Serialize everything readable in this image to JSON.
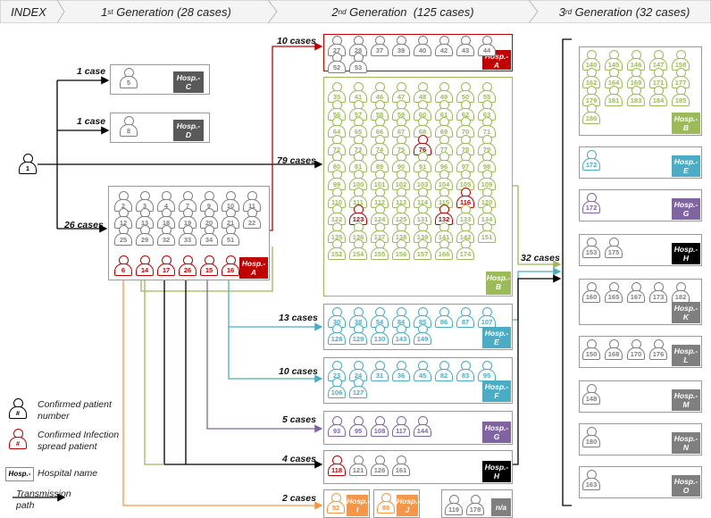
{
  "headers": {
    "index": "INDEX",
    "gen1": {
      "num": "1",
      "sup": "st",
      "text": " Generation (28 cases)"
    },
    "gen2": {
      "num": "2",
      "sup": "nd",
      "text": " Generation  (125 cases)"
    },
    "gen3": {
      "num": "3",
      "sup": "rd",
      "text": " Generation (32 cases)"
    }
  },
  "colors": {
    "gray": "#7f7f7f",
    "red": "#c00000",
    "green": "#9bbb59",
    "blue": "#4bacc6",
    "purple": "#8064a2",
    "orange": "#f79646",
    "black": "#000000",
    "darkgray": "#595959"
  },
  "index_patient": "1",
  "counts": {
    "c": "1 case",
    "d": "1 case",
    "a": "26 cases",
    "a2": "10 cases",
    "b": "79 cases",
    "e": "13 cases",
    "f": "10 cases",
    "g": "5 cases",
    "h": "4 cases",
    "ij": "2 cases",
    "gen3": "32 cases"
  },
  "hospitals": {
    "A": "Hosp.- A",
    "B": "Hosp.- B",
    "C": "Hosp.- C",
    "D": "Hosp.- D",
    "E": "Hosp.- E",
    "F": "Hosp.- F",
    "G": "Hosp.- G",
    "H": "Hosp.- H",
    "I": "Hosp.- I",
    "J": "Hosp.- J",
    "K": "Hosp.- K",
    "L": "Hosp.- L",
    "M": "Hosp.- M",
    "N": "Hosp.- N",
    "O": "Hosp.- O",
    "NA": "n/a"
  },
  "gen1": {
    "hosp_c": [
      "5"
    ],
    "hosp_d": [
      "8"
    ],
    "hosp_a_gray": [
      "2",
      "3",
      "4",
      "7",
      "9",
      "10",
      "11",
      "12",
      "13",
      "18",
      "19",
      "20",
      "21",
      "22",
      "25",
      "29",
      "32",
      "33",
      "34",
      "51"
    ],
    "hosp_a_red": [
      "6",
      "14",
      "17",
      "26",
      "15",
      "16"
    ]
  },
  "gen2": {
    "hosp_a": [
      "27",
      "28",
      "37",
      "39",
      "40",
      "42",
      "43",
      "44",
      "52",
      "53"
    ],
    "hosp_b": [
      "35",
      "41",
      "46",
      "47",
      "48",
      "49",
      "50",
      "55",
      "56",
      "57",
      "58",
      "59",
      "60",
      "61",
      "62",
      "63",
      "64",
      "65",
      "66",
      "67",
      "68",
      "69",
      "70",
      "71",
      "72",
      "73",
      "74",
      "75",
      "76",
      "77",
      "78",
      "79",
      "80",
      "81",
      "89",
      "90",
      "91",
      "96",
      "97",
      "98",
      "99",
      "100",
      "101",
      "102",
      "103",
      "104",
      "105",
      "109",
      "110",
      "111",
      "112",
      "113",
      "114",
      "115",
      "116",
      "120",
      "122",
      "123",
      "124",
      "125",
      "131",
      "132",
      "133",
      "134",
      "135",
      "136",
      "137",
      "138",
      "139",
      "141",
      "142",
      "151",
      "152",
      "154",
      "155",
      "156",
      "157",
      "166",
      "174"
    ],
    "hosp_b_red": [
      "76",
      "116",
      "123",
      "132"
    ],
    "hosp_e": [
      "30",
      "38",
      "54",
      "84",
      "85",
      "86",
      "87",
      "107",
      "128",
      "129",
      "130",
      "143",
      "149"
    ],
    "hosp_f": [
      "23",
      "24",
      "31",
      "36",
      "45",
      "82",
      "83",
      "95",
      "106",
      "127"
    ],
    "hosp_g": [
      "93",
      "95",
      "108",
      "117",
      "144"
    ],
    "hosp_h": [
      "118",
      "121",
      "126",
      "161"
    ],
    "hosp_i": [
      "92"
    ],
    "hosp_j": [
      "88"
    ],
    "na": [
      "119",
      "178"
    ]
  },
  "gen3": {
    "hosp_b": [
      "140",
      "145",
      "146",
      "147",
      "158",
      "162",
      "164",
      "169",
      "171",
      "177",
      "179",
      "181",
      "183",
      "184",
      "185",
      "186"
    ],
    "hosp_e": [
      "172"
    ],
    "hosp_g": [
      "172"
    ],
    "hosp_h": [
      "153",
      "175"
    ],
    "hosp_k": [
      "160",
      "165",
      "167",
      "173",
      "182"
    ],
    "hosp_l": [
      "150",
      "168",
      "170",
      "176"
    ],
    "hosp_m": [
      "148"
    ],
    "hosp_n": [
      "180"
    ],
    "hosp_o": [
      "163"
    ]
  },
  "legend": {
    "confirmed_symbol": "#",
    "confirmed": "Confirmed patient number",
    "spread": "Confirmed Infection spread patient",
    "hosp_symbol": "Hosp.-",
    "hosp": "Hospital name",
    "path": "Transmission path"
  }
}
